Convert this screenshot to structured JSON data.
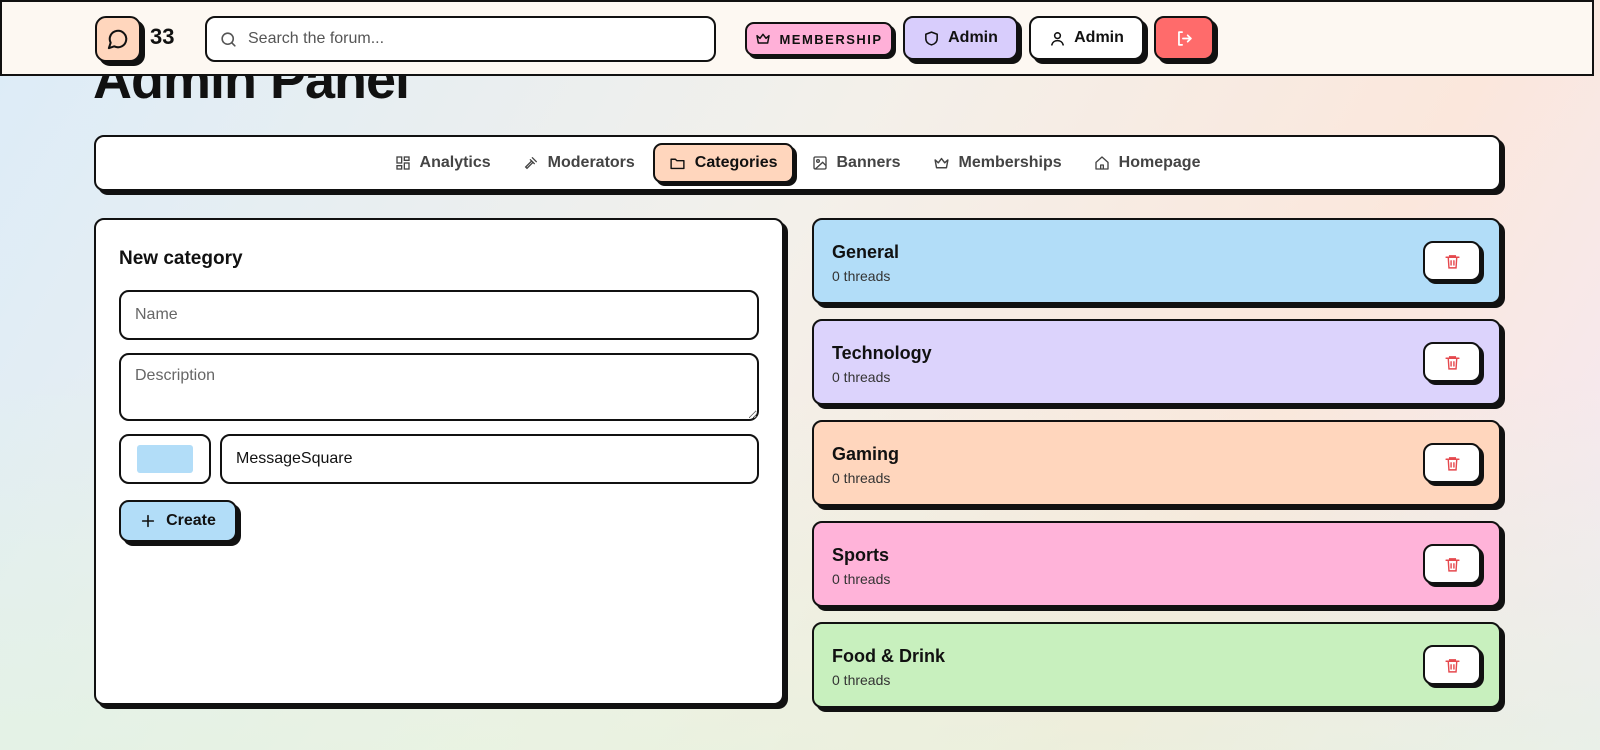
{
  "header": {
    "logo_count": "33",
    "search_placeholder": "Search the forum...",
    "membership_label": "MEMBERSHIP",
    "admin_panel_label": "Admin",
    "user_label": "Admin"
  },
  "page": {
    "title": "Admin Panel"
  },
  "tabs": [
    {
      "label": "Analytics",
      "icon": "grid-icon"
    },
    {
      "label": "Moderators",
      "icon": "gavel-icon"
    },
    {
      "label": "Categories",
      "icon": "folder-icon",
      "active": true
    },
    {
      "label": "Banners",
      "icon": "image-icon"
    },
    {
      "label": "Memberships",
      "icon": "crown-icon"
    },
    {
      "label": "Homepage",
      "icon": "home-icon"
    }
  ],
  "form": {
    "title": "New category",
    "name_placeholder": "Name",
    "description_placeholder": "Description",
    "color_value": "#b2ddf8",
    "icon_value": "MessageSquare",
    "create_label": "Create"
  },
  "categories": [
    {
      "name": "General",
      "count": "0 threads",
      "color": "#b2ddf8"
    },
    {
      "name": "Technology",
      "count": "0 threads",
      "color": "#dcd3fc"
    },
    {
      "name": "Gaming",
      "count": "0 threads",
      "color": "#ffd6bd"
    },
    {
      "name": "Sports",
      "count": "0 threads",
      "color": "#ffb3d9"
    },
    {
      "name": "Food & Drink",
      "count": "0 threads",
      "color": "#c8f0be"
    }
  ],
  "colors": {
    "accent_peach": "#ffd6bd",
    "accent_lavender": "#d8cdfc",
    "accent_pink": "#ffb0d8",
    "danger": "#ff6b6b",
    "trash_icon": "#e5484d"
  }
}
